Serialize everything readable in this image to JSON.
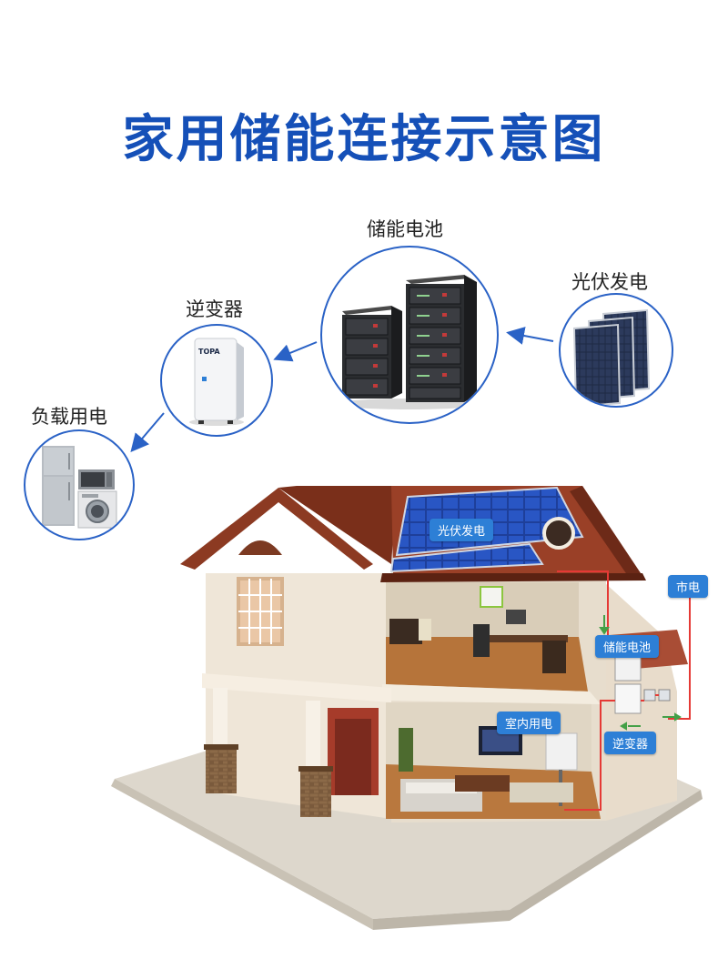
{
  "title": "家用储能连接示意图",
  "components": {
    "battery": "储能电池",
    "solar": "光伏发电",
    "inverter": "逆变器",
    "load": "负载用电"
  },
  "inverter_brand": "TOPA",
  "house_tags": {
    "solar": "光伏发电",
    "grid": "市电",
    "battery": "储能电池",
    "indoor": "室内用电",
    "inverter": "逆变器"
  },
  "colors": {
    "title": "#1550b8",
    "circle_border": "#2a62c6",
    "arrow": "#2a62c6",
    "tag_bg": "#2d7fd6",
    "wire": "#e53935",
    "flow_arrow": "#43a047"
  }
}
